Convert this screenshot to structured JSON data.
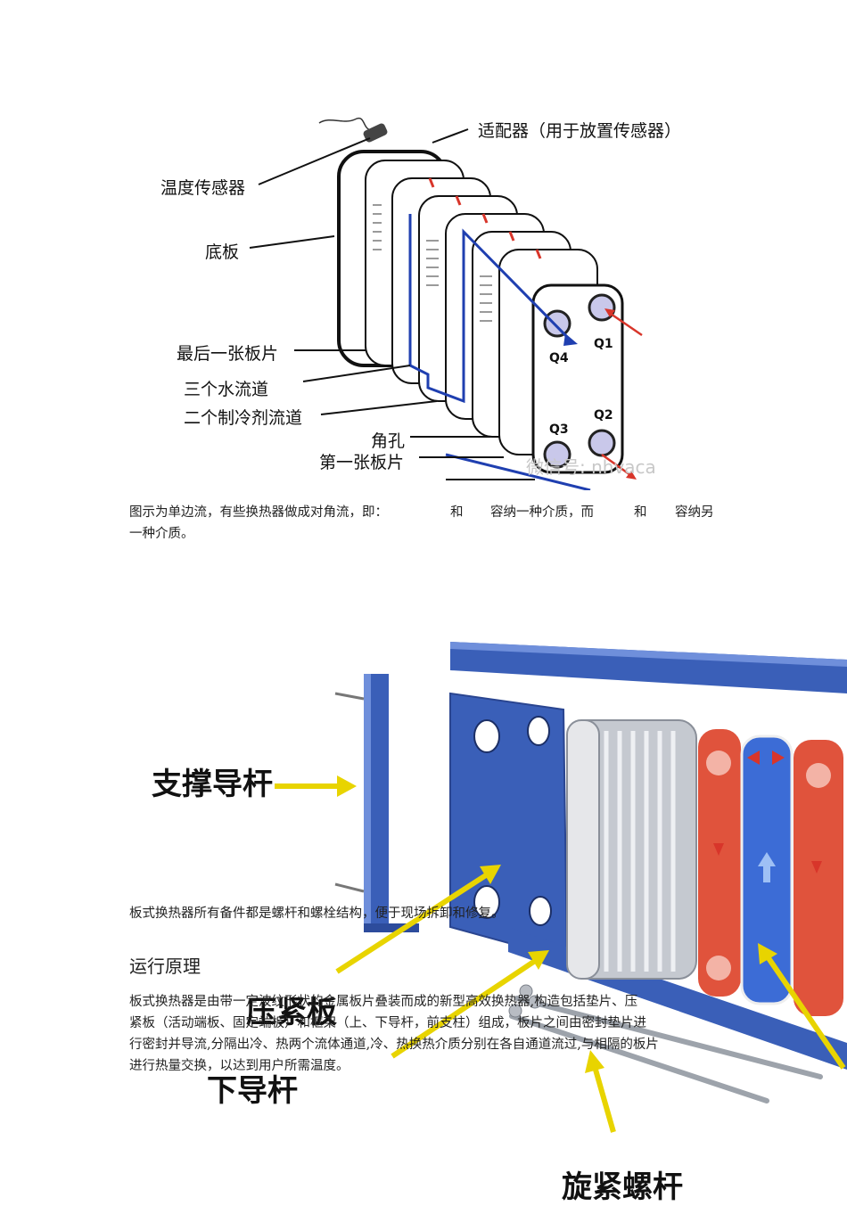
{
  "diagram1": {
    "labels": {
      "adapter": "适配器（用于放置传感器）",
      "temp_sensor": "温度传感器",
      "base_plate": "底板",
      "last_plate": "最后一张板片",
      "water_channels": "三个水流道",
      "refrigerant_channels": "二个制冷剂流道",
      "corner_hole": "角孔",
      "first_plate": "第一张板片"
    },
    "ports": {
      "q1": "Q1",
      "q2": "Q2",
      "q3": "Q3",
      "q4": "Q4"
    },
    "watermark": "微信号: nhvaca"
  },
  "caption": {
    "part1": "图示为单边流，有些换热器做成对角流，即：",
    "and1": "和",
    "contain1": "容纳一种介质，而",
    "and2": "和",
    "contain2": "容纳另",
    "line2": "一种介质。"
  },
  "diagram2": {
    "labels": {
      "support_rod": "支撑导杆",
      "press_plate": "压紧板",
      "lower_rod": "下导杆",
      "tight_bolt": "旋紧螺杆"
    }
  },
  "body": {
    "bolt_note": "板式换热器所有备件都是螺杆和螺栓结构，便于现场拆卸和修复。",
    "section_heading": "运行原理",
    "principle_lines": [
      "板式换热器是由带一定波纹形状的金属板片叠装而成的新型高效换热器,构造包括垫片、压",
      "紧板（活动端板、固定端板）和框架（上、下导杆，前支柱）组成，板片之间由密封垫片进",
      "行密封并导流,分隔出冷、热两个流体通道,冷、热换热介质分别在各自通道流过,与相隔的板片",
      "进行热量交换，以达到用户所需温度。"
    ]
  },
  "colors": {
    "frame_blue": "#3a5fb8",
    "flow_blue": "#1f3fb0",
    "flow_red": "#d8352a",
    "arrow_yellow": "#e8d400",
    "hot_plate": "#e0533c"
  }
}
